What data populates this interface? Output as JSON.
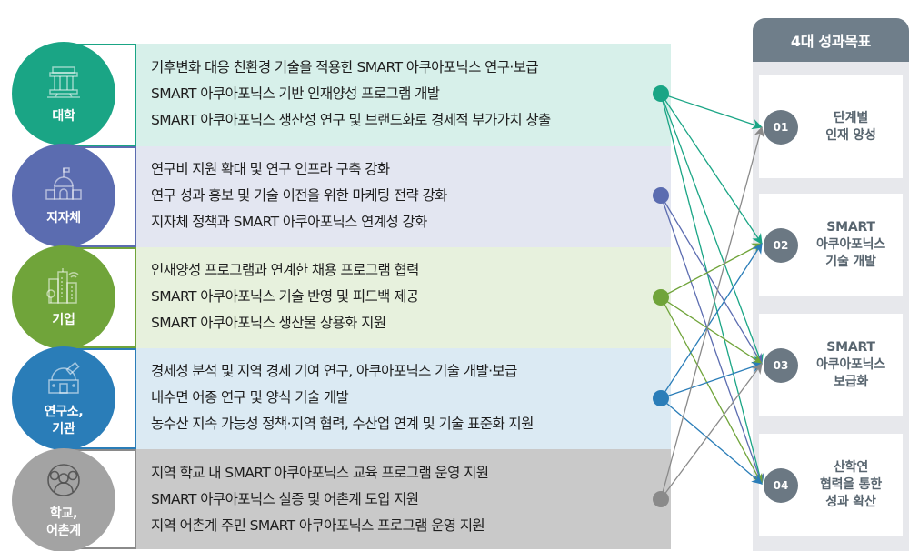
{
  "colors": {
    "university": "#1aa585",
    "local_gov": "#5b6cb0",
    "company": "#70a43a",
    "institute": "#2a7db8",
    "school": "#8a8a8a"
  },
  "actors": [
    {
      "id": "university",
      "label": "대학",
      "icon": "university-building-icon",
      "items": [
        "기후변화 대응 친환경 기술을 적용한 SMART 아쿠아포닉스 연구·보급",
        "SMART 아쿠아포닉스 기반 인재양성 프로그램 개발",
        "SMART 아쿠아포닉스 생산성 연구 및 브랜드화로 경제적 부가가치 창출"
      ]
    },
    {
      "id": "local_gov",
      "label": "지자체",
      "icon": "government-building-icon",
      "items": [
        "연구비 지원 확대 및 연구 인프라 구축 강화",
        "연구 성과 홍보 및 기술 이전을 위한 마케팅 전략 강화",
        "지자체 정책과 SMART 아쿠아포닉스 연계성 강화"
      ]
    },
    {
      "id": "company",
      "label": "기업",
      "icon": "city-buildings-icon",
      "items": [
        "인재양성 프로그램과 연계한 채용 프로그램 협력",
        "SMART 아쿠아포닉스 기술 반영 및 피드백 제공",
        "SMART 아쿠아포닉스 생산물 상용화 지원"
      ]
    },
    {
      "id": "institute",
      "label": "연구소,\n기관",
      "icon": "observatory-icon",
      "items": [
        "경제성 분석 및 지역 경제 기여 연구, 아쿠아포닉스 기술 개발·보급",
        "내수면 어종 연구 및 양식 기술 개발",
        "농수산 지속 가능성 정책·지역 협력, 수산업 연계 및 기술 표준화 지원"
      ]
    },
    {
      "id": "school",
      "label": "학교,\n어촌계",
      "icon": "community-people-icon",
      "items": [
        "지역 학교 내 SMART 아쿠아포닉스 교육 프로그램 운영 지원",
        "SMART 아쿠아포닉스 실증 및 어촌계 도입 지원",
        "지역 어촌계 주민 SMART 아쿠아포닉스 프로그램 운영 지원"
      ]
    }
  ],
  "goals": {
    "title": "4대 성과목표",
    "items": [
      {
        "num": "01",
        "text": "단계별\n인재 양성"
      },
      {
        "num": "02",
        "text": "SMART\n아쿠아포닉스\n기술 개발"
      },
      {
        "num": "03",
        "text": "SMART\n아쿠아포닉스\n보급화"
      },
      {
        "num": "04",
        "text": "산학연\n협력을 통한\n성과 확산"
      }
    ]
  },
  "connections": [
    {
      "from": "university",
      "to": [
        "01",
        "02",
        "03",
        "04"
      ]
    },
    {
      "from": "local_gov",
      "to": [
        "03",
        "04"
      ]
    },
    {
      "from": "company",
      "to": [
        "02",
        "03",
        "04"
      ]
    },
    {
      "from": "institute",
      "to": [
        "02",
        "03",
        "04"
      ]
    },
    {
      "from": "school",
      "to": [
        "01",
        "03"
      ]
    }
  ]
}
